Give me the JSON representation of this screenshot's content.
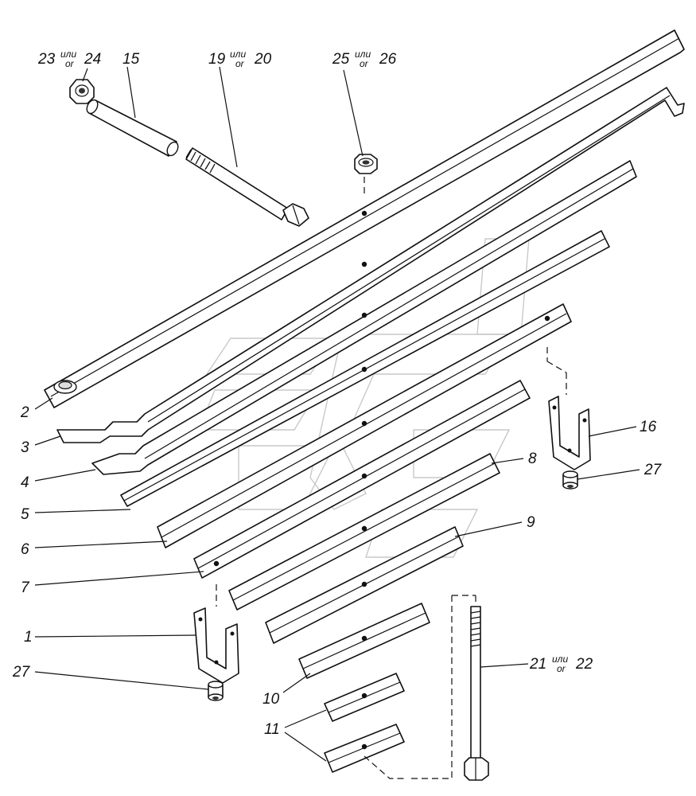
{
  "callouts": {
    "c23": {
      "num": "23",
      "alt": "24",
      "top": "или",
      "bot": "or"
    },
    "c15": {
      "num": "15"
    },
    "c19": {
      "num": "19",
      "alt": "20",
      "top": "или",
      "bot": "or"
    },
    "c25": {
      "num": "25",
      "alt": "26",
      "top": "или",
      "bot": "or"
    },
    "c21": {
      "num": "21",
      "alt": "22",
      "top": "или",
      "bot": "or"
    },
    "c2": "2",
    "c3": "3",
    "c4": "4",
    "c5": "5",
    "c6": "6",
    "c7": "7",
    "c8": "8",
    "c9": "9",
    "c10": "10",
    "c11": "11",
    "c1": "1",
    "c16": "16",
    "c27a": "27",
    "c27b": "27"
  }
}
